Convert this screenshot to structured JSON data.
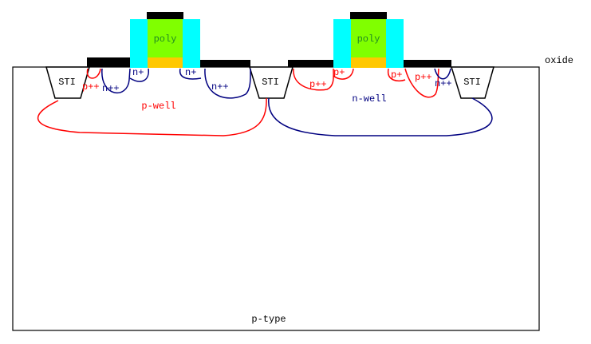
{
  "labels": {
    "oxide": "oxide",
    "substrate": "p-type",
    "p_well": "p-well",
    "n_well": "n-well",
    "sti": "STI",
    "poly": "poly",
    "nmos": {
      "n_plus_left": "n+",
      "n_plus_right": "n+",
      "n_pp_left": "n++",
      "n_pp_right": "n++",
      "p_pp_tap": "p++"
    },
    "pmos": {
      "p_plus_left": "p+",
      "p_plus_right": "p+",
      "p_pp_left": "p++",
      "p_pp_right": "p++",
      "n_pp_tap": "n++"
    }
  },
  "colors": {
    "spacer": "#00ffff",
    "poly": "#80ff00",
    "gate_oxide": "#ffc800",
    "silicide": "#000000",
    "p_doping": "#ff0000",
    "n_doping": "#000080"
  }
}
